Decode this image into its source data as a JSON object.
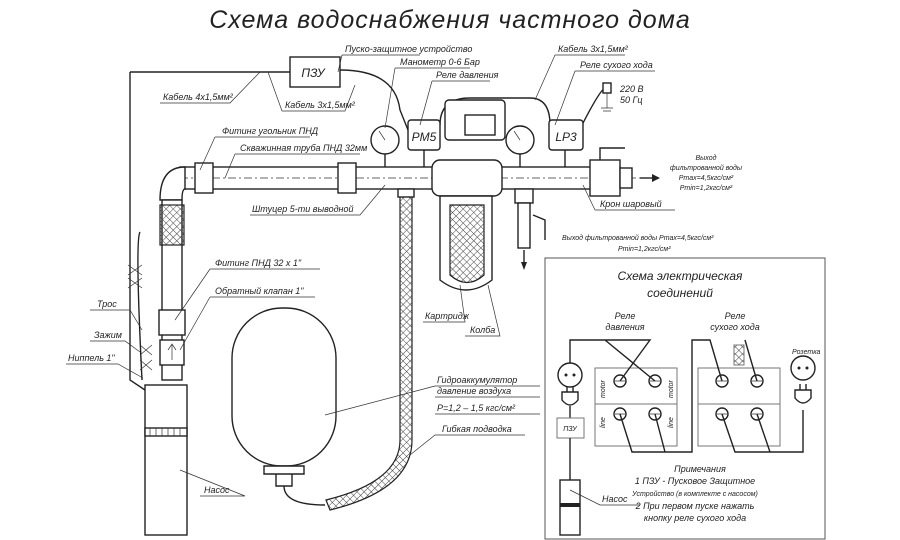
{
  "title": "Схема водоснабжения частного дома",
  "labels": {
    "pzu": "ПЗУ",
    "pusko": "Пуско-защитное устройство",
    "manometr": "Манометр 0-6 Бар",
    "rele_davl": "Реле давления",
    "cable_4x": "Кабель 4х1,5мм²",
    "cable_3x_left": "Кабель 3х1,5мм²",
    "cable_3x_right": "Кабель 3х1,5мм²",
    "rele_suh": "Реле сухого хода",
    "volt": "220 В",
    "hz": "50 Гц",
    "pm5": "PM5",
    "lp3": "LP3",
    "fitting_ugol": "Фитинг угольник ПНД",
    "pipe": "Скважинная труба ПНД 32мм",
    "shtucer": "Штуцер 5-ти выводной",
    "kran": "Крон шаровый",
    "out1": [
      "Выход",
      "фильтрованной воды",
      "Pmax=4,5кгс/см²",
      "Pmin=1,2кгс/см²"
    ],
    "out2": [
      "Выход фильтрованной воды Pmax=4,5кгс/см²",
      "Pmin=1,2кгс/см²"
    ],
    "fitting_pnd": "Фитинг ПНД 32 х 1\"",
    "obrat": "Обратный клапан 1\"",
    "tros": "Трос",
    "zazhim": "Зажим",
    "nippel": "Ниппель 1\"",
    "kartridzh": "Картридж",
    "kolba": "Колба",
    "gidro": [
      "Гидроаккумулятор",
      "давление воздуха",
      "P=1,2 – 1,5 кгс/см²"
    ],
    "gibkaya": "Гибкая подводка",
    "nasos": "Насос"
  },
  "electric": {
    "title": [
      "Схема электрическая",
      "соединений"
    ],
    "rele_davl": [
      "Реле",
      "давления"
    ],
    "rele_suh": [
      "Реле",
      "сухого хода"
    ],
    "rozetka": "Розетка",
    "motor": "motor",
    "line": "line",
    "pzu": "ПЗУ",
    "nasos": "Насос",
    "notes": [
      "Примечания",
      "1 ПЗУ - Пусковое Защитное",
      "Устройство (в комплекте с насосом)",
      "2 При первом пуске нажать",
      "кнопку реле сухого хода"
    ]
  }
}
